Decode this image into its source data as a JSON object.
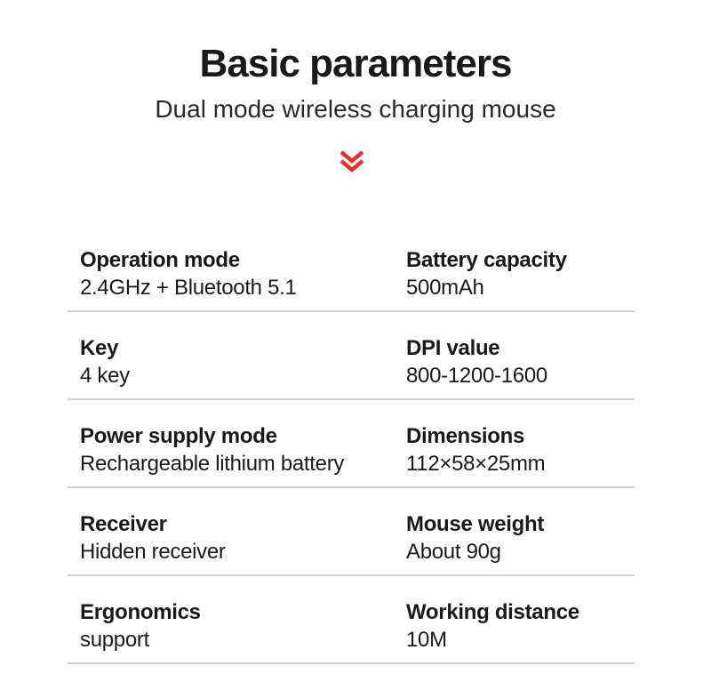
{
  "header": {
    "title": "Basic parameters",
    "subtitle": "Dual mode wireless charging mouse",
    "chevron_icon": "chevron-double-down-icon",
    "accent_color": "#e8302f"
  },
  "specs": [
    {
      "left": {
        "label": "Operation mode",
        "value": "2.4GHz + Bluetooth 5.1"
      },
      "right": {
        "label": "Battery capacity",
        "value": "500mAh"
      }
    },
    {
      "left": {
        "label": "Key",
        "value": "4 key"
      },
      "right": {
        "label": "DPI value",
        "value": "800-1200-1600"
      }
    },
    {
      "left": {
        "label": "Power supply mode",
        "value": "Rechargeable lithium battery"
      },
      "right": {
        "label": "Dimensions",
        "value": "112×58×25mm"
      }
    },
    {
      "left": {
        "label": "Receiver",
        "value": "Hidden receiver"
      },
      "right": {
        "label": "Mouse weight",
        "value": "About 90g"
      }
    },
    {
      "left": {
        "label": "Ergonomics",
        "value": "support"
      },
      "right": {
        "label": "Working distance",
        "value": "10M"
      }
    }
  ]
}
